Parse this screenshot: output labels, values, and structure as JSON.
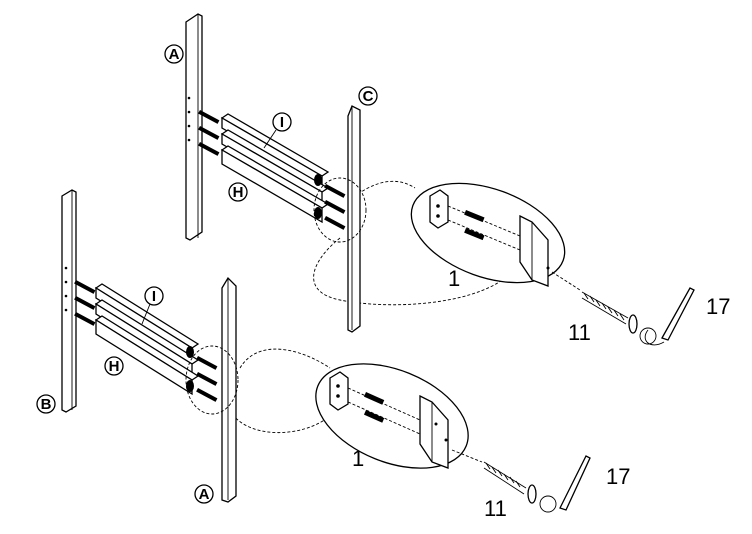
{
  "callouts": {
    "top_A": "A",
    "top_C": "C",
    "top_I": "I",
    "top_H": "H",
    "bottom_B": "B",
    "bottom_I": "I",
    "bottom_H": "H",
    "bottom_A": "A"
  },
  "parts": {
    "top_dowel_qty": "1",
    "top_bolt": "11",
    "top_wrench": "17",
    "bottom_dowel_qty": "1",
    "bottom_bolt": "11",
    "bottom_wrench": "17"
  }
}
